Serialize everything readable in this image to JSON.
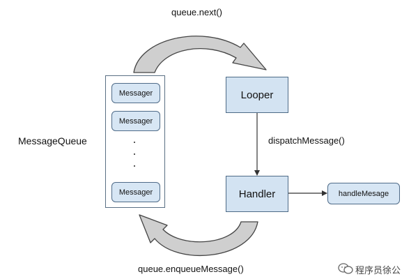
{
  "labels": {
    "top_arrow": "queue.next()",
    "bottom_arrow": "queue.enqueueMessage()",
    "dispatch": "dispatchMessage()",
    "queue": "MessageQueue"
  },
  "queue": {
    "messages": [
      "Messager",
      "Messager",
      "Messager"
    ]
  },
  "nodes": {
    "looper": "Looper",
    "handler": "Handler",
    "handle_message": "handleMesage"
  },
  "watermark": {
    "text": "程序员徐公"
  },
  "colors": {
    "box_fill": "#d3e3f2",
    "box_border": "#4d6a86",
    "arrow_fill": "#cfcfcf",
    "arrow_stroke": "#444444"
  }
}
